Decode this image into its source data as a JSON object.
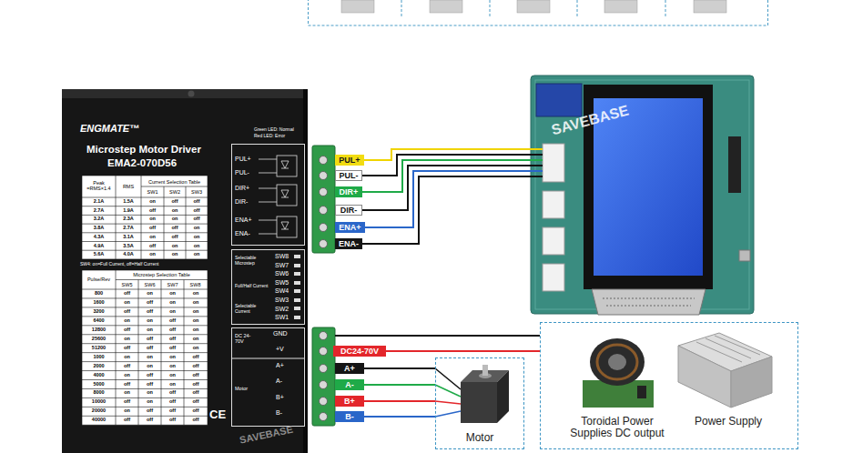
{
  "diagram": {
    "nodes": [
      {
        "text": [
          "ENGMATE™",
          "Microstep Motor Driver",
          "EMA2-070D56"
        ]
      },
      {
        "text": [
          "PUL+"
        ]
      },
      {
        "text": [
          "PUL-"
        ]
      },
      {
        "text": [
          "DIR+"
        ]
      },
      {
        "text": [
          "DIR-"
        ]
      },
      {
        "text": [
          "ENA+"
        ]
      },
      {
        "text": [
          "ENA-"
        ]
      },
      {
        "text": [
          "DC24-70V"
        ]
      },
      {
        "text": [
          "A+"
        ]
      },
      {
        "text": [
          "A-"
        ]
      },
      {
        "text": [
          "B+"
        ]
      },
      {
        "text": [
          "B-"
        ]
      },
      {
        "text": [
          "Motor"
        ]
      },
      {
        "text": [
          "Toroidal Power Supplies DC output",
          "Power Supply"
        ]
      }
    ],
    "edges": [
      {
        "from": 7,
        "to": 13,
        "arrow": "none"
      },
      {
        "from": 8,
        "to": 12,
        "arrow": "none"
      },
      {
        "from": 9,
        "to": 12,
        "arrow": "none"
      },
      {
        "from": 10,
        "to": 12,
        "arrow": "none"
      },
      {
        "from": 11,
        "to": 12,
        "arrow": "none"
      }
    ],
    "labels": [
      "Green LED: Normal",
      "Red LED: Error",
      "Peak =RMS×1.4",
      "RMS",
      "Current Selection Table",
      "SW1",
      "SW2",
      "SW3",
      "2.1A",
      "1.5A",
      "on",
      "off",
      "off",
      "2.7A",
      "1.9A",
      "off",
      "on",
      "off",
      "3.2A",
      "2.3A",
      "on",
      "on",
      "off",
      "3.8A",
      "2.7A",
      "off",
      "off",
      "on",
      "4.3A",
      "3.1A",
      "on",
      "off",
      "on",
      "4.9A",
      "3.5A",
      "off",
      "on",
      "on",
      "5.6A",
      "4.0A",
      "on",
      "on",
      "on",
      "SW4: on=Full Current, off=Half Current",
      "Pulse/Rev",
      "Microstep Selection Table",
      "SW5",
      "SW6",
      "SW7",
      "SW8",
      "800",
      "off",
      "on",
      "on",
      "on",
      "1600",
      "on",
      "off",
      "on",
      "on",
      "3200",
      "off",
      "off",
      "on",
      "on",
      "6400",
      "on",
      "on",
      "off",
      "on",
      "12800",
      "off",
      "on",
      "off",
      "on",
      "25600",
      "on",
      "off",
      "off",
      "on",
      "51200",
      "off",
      "off",
      "off",
      "on",
      "1000",
      "on",
      "on",
      "on",
      "off",
      "2000",
      "off",
      "on",
      "on",
      "off",
      "4000",
      "on",
      "off",
      "on",
      "off",
      "5000",
      "off",
      "off",
      "on",
      "off",
      "8000",
      "on",
      "on",
      "off",
      "off",
      "10000",
      "off",
      "on",
      "off",
      "off",
      "20000",
      "on",
      "off",
      "off",
      "off",
      "40000",
      "off",
      "off",
      "off",
      "off",
      "CE",
      "SAVEBASE",
      "PUL+",
      "PUL-",
      "DIR+",
      "DIR-",
      "ENA+",
      "ENA-",
      "Selectable Microstep",
      "Full/Half Current",
      "Selectable Current",
      "SW8",
      "SW7",
      "SW6",
      "SW5",
      "SW4",
      "SW3",
      "SW2",
      "SW1",
      "DC 24-70V",
      "GND",
      "+V",
      "Motor",
      "A+",
      "A-",
      "B+",
      "B-",
      "SAVEBASE"
    ]
  }
}
